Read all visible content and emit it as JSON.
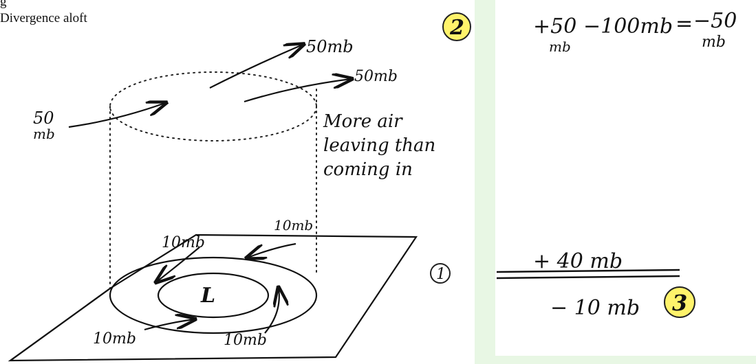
{
  "caption": {
    "partial_top": "g",
    "title": "Divergence aloft"
  },
  "diagram": {
    "aloft": {
      "inflow_label": "50 mb",
      "inflow_label_line1": "50",
      "inflow_label_line2": "mb",
      "outflow_label_1": "50mb",
      "outflow_label_2": "50mb",
      "note_line1": "More air",
      "note_line2": "leaving than",
      "note_line3": "coming in"
    },
    "surface": {
      "low_symbol": "L",
      "inflow_labels": [
        "10mb",
        "10mb",
        "10mb",
        "10mb"
      ]
    },
    "badges": {
      "one": "1",
      "two": "2",
      "three": "3"
    }
  },
  "calculation": {
    "line1_a": "+50",
    "line1_a_unit": "mb",
    "line1_b": "−100mb",
    "line1_eq": "=",
    "line1_result": "−50",
    "line1_result_unit": "mb",
    "line2": "+ 40 mb",
    "result": "− 10 mb"
  },
  "colors": {
    "badge_fill": "#fff36b",
    "panel_border": "#e8f7e4",
    "ink": "#111111"
  }
}
